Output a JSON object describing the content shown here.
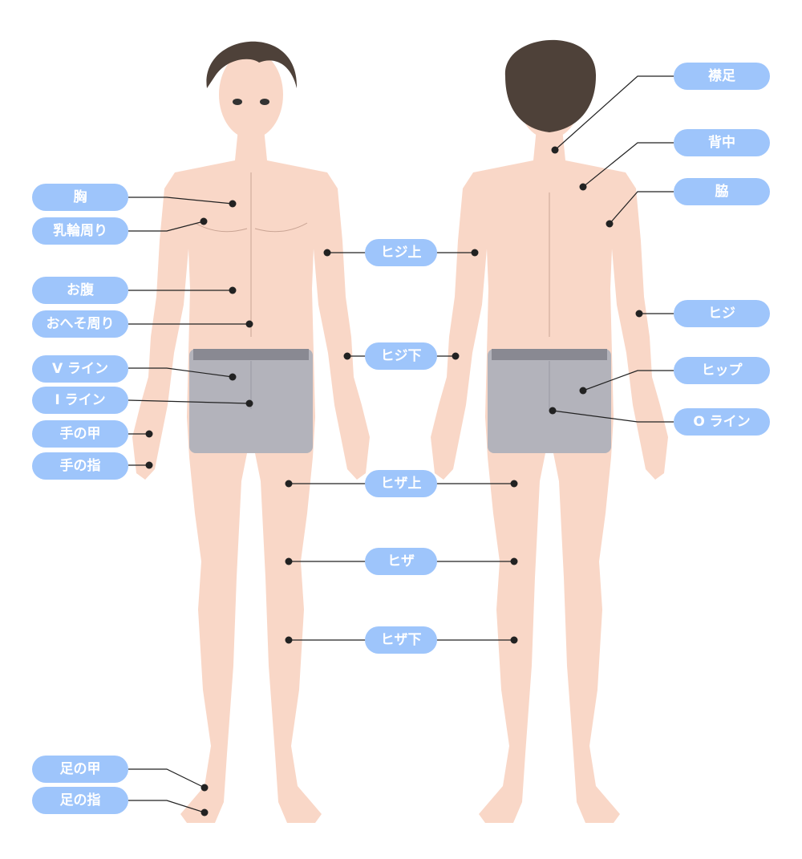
{
  "colors": {
    "label": "#9ec5fb",
    "skin": "#f9d7c7",
    "underwear": "#b3b3bb",
    "waistband": "#898992",
    "hair": "#4e4139",
    "line": "#222222"
  },
  "labels": {
    "chest": "胸",
    "areola": "乳輪周り",
    "belly": "お腹",
    "navel": "おへそ周り",
    "v_line": "V ライン",
    "i_line": "I ライン",
    "back_of_hand": "手の甲",
    "fingers": "手の指",
    "top_of_foot": "足の甲",
    "toes": "足の指",
    "upper_elbow": "ヒジ上",
    "lower_elbow": "ヒジ下",
    "above_knee": "ヒザ上",
    "knee": "ヒザ",
    "below_knee": "ヒザ下",
    "nape": "襟足",
    "back": "背中",
    "armpit": "脇",
    "elbow": "ヒジ",
    "hip": "ヒップ",
    "o_line": "O ライン"
  }
}
